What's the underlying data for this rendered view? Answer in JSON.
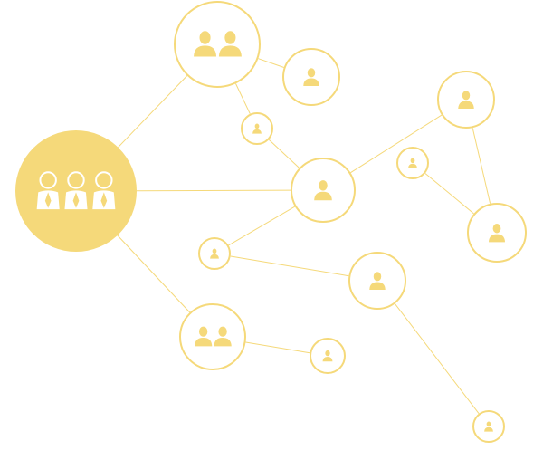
{
  "diagram": {
    "type": "network-graph",
    "colors": {
      "accent": "#F5D97A",
      "background": "#FFFFFF",
      "edge": "#F5D97A"
    },
    "nodes": [
      {
        "id": "team",
        "icon": "team-three-people-icon",
        "style": "filled"
      },
      {
        "id": "pair-top",
        "icon": "two-people-icon",
        "style": "outline"
      },
      {
        "id": "person-a",
        "icon": "person-icon",
        "style": "outline"
      },
      {
        "id": "person-b",
        "icon": "person-icon",
        "style": "outline"
      },
      {
        "id": "hub",
        "icon": "person-icon",
        "style": "outline"
      },
      {
        "id": "person-c",
        "icon": "person-icon",
        "style": "outline"
      },
      {
        "id": "person-d",
        "icon": "person-icon",
        "style": "outline"
      },
      {
        "id": "person-e",
        "icon": "person-icon",
        "style": "outline"
      },
      {
        "id": "person-f",
        "icon": "person-icon",
        "style": "outline"
      },
      {
        "id": "person-g",
        "icon": "person-icon",
        "style": "outline"
      },
      {
        "id": "pair-bottom",
        "icon": "two-people-icon",
        "style": "outline"
      },
      {
        "id": "person-h",
        "icon": "person-icon",
        "style": "outline"
      },
      {
        "id": "person-i",
        "icon": "person-icon",
        "style": "outline"
      }
    ],
    "edges": [
      [
        "team",
        "pair-top"
      ],
      [
        "team",
        "hub"
      ],
      [
        "team",
        "pair-bottom"
      ],
      [
        "pair-top",
        "person-a"
      ],
      [
        "pair-top",
        "person-b"
      ],
      [
        "person-b",
        "hub"
      ],
      [
        "hub",
        "person-c"
      ],
      [
        "hub",
        "person-f"
      ],
      [
        "person-c",
        "person-e"
      ],
      [
        "person-d",
        "person-e"
      ],
      [
        "person-f",
        "person-g"
      ],
      [
        "person-g",
        "person-i"
      ],
      [
        "pair-bottom",
        "person-h"
      ]
    ]
  }
}
